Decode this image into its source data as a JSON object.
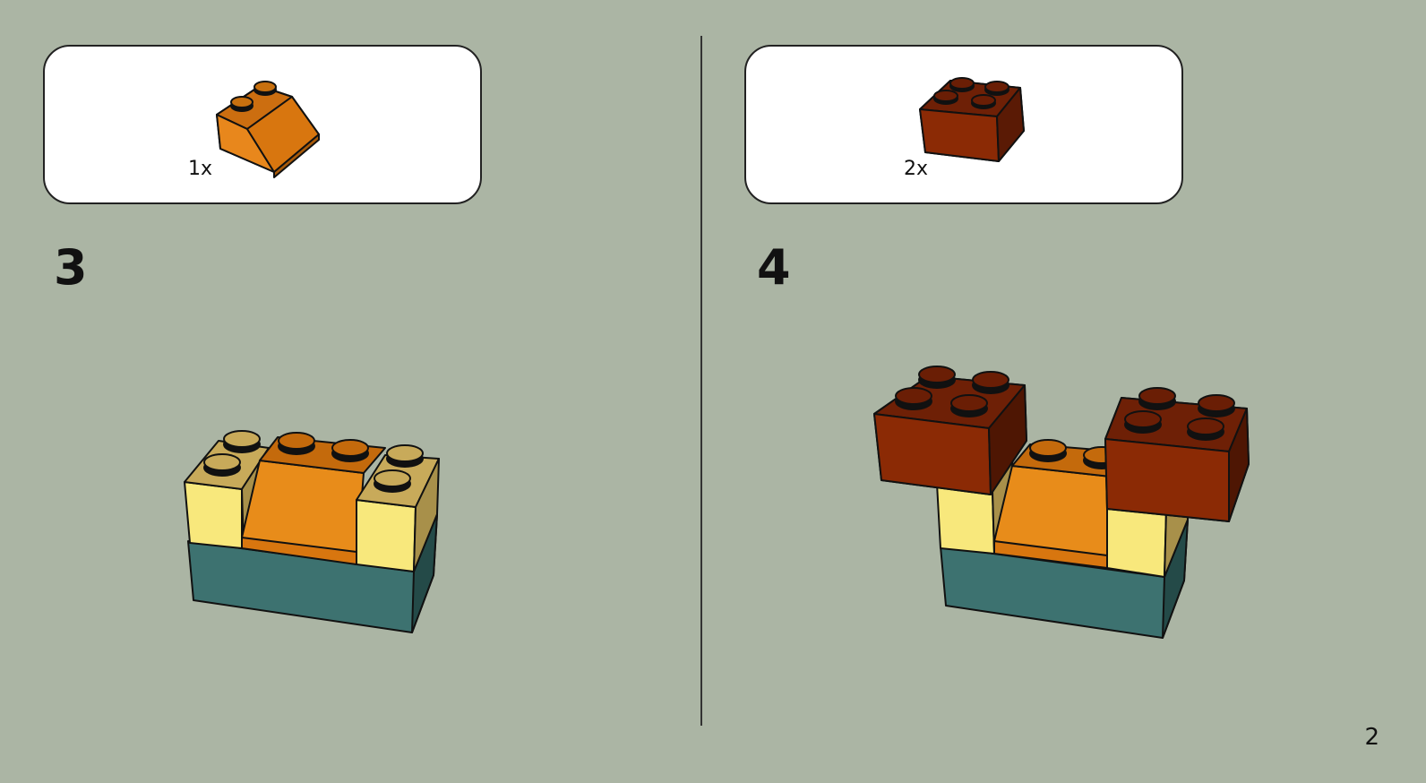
{
  "left": {
    "part_quantity": "1x",
    "step_number": "3",
    "part_icon": "orange-slope-brick-2x2-icon"
  },
  "right": {
    "part_quantity": "2x",
    "step_number": "4",
    "part_icon": "dark-red-brick-2x2-icon"
  },
  "page_number": "2",
  "colors": {
    "background": "#abb5a4",
    "orange": "#e88c1a",
    "dark_red": "#8b2a05",
    "yellow": "#f8e87c",
    "teal": "#3d7270"
  }
}
